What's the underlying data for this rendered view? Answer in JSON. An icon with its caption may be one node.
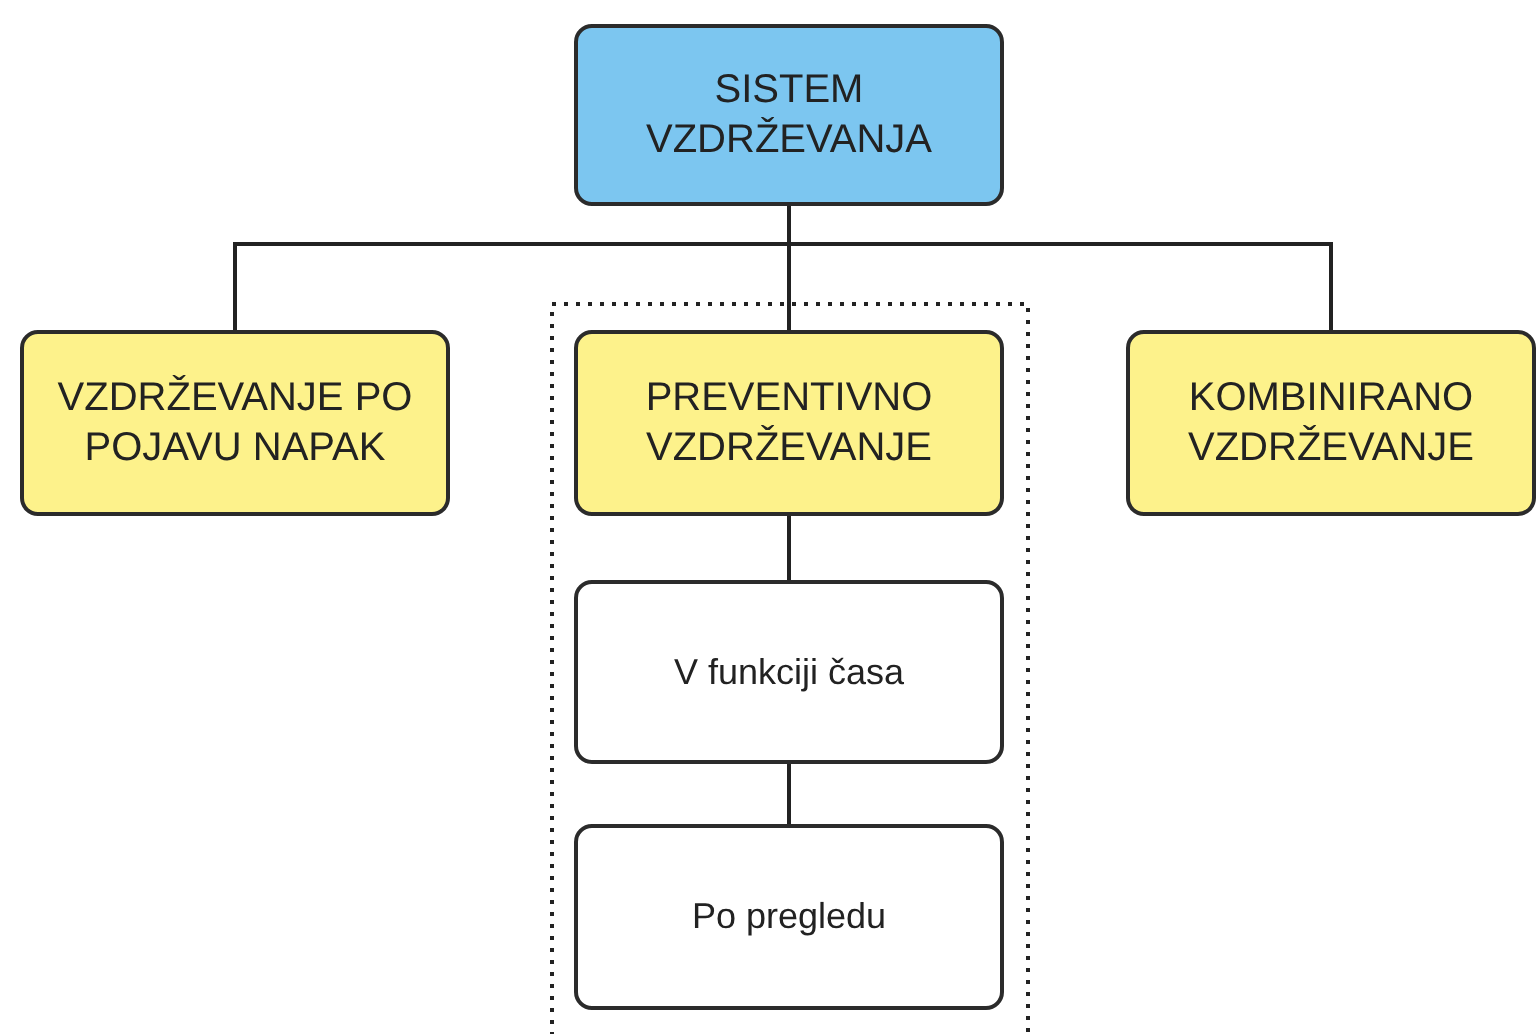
{
  "diagram": {
    "nodes": [
      {
        "text": [
          "SISTEM VZDRŽEVANJA"
        ]
      },
      {
        "text": [
          "VZDRŽEVANJE PO POJAVU NAPAK"
        ]
      },
      {
        "text": [
          "PREVENTIVNO VZDRŽEVANJE"
        ]
      },
      {
        "text": [
          "KOMBINIRANO VZDRŽEVANJE"
        ]
      },
      {
        "text": [
          "V funkciji časa"
        ]
      },
      {
        "text": [
          "Po pregledu"
        ]
      }
    ],
    "edges": [
      {
        "from": 0,
        "to": 1,
        "arrow": "none"
      },
      {
        "from": 0,
        "to": 2,
        "arrow": "none"
      },
      {
        "from": 0,
        "to": 3,
        "arrow": "none"
      },
      {
        "from": 2,
        "to": 4,
        "arrow": "none"
      },
      {
        "from": 4,
        "to": 5,
        "arrow": "none"
      }
    ]
  }
}
